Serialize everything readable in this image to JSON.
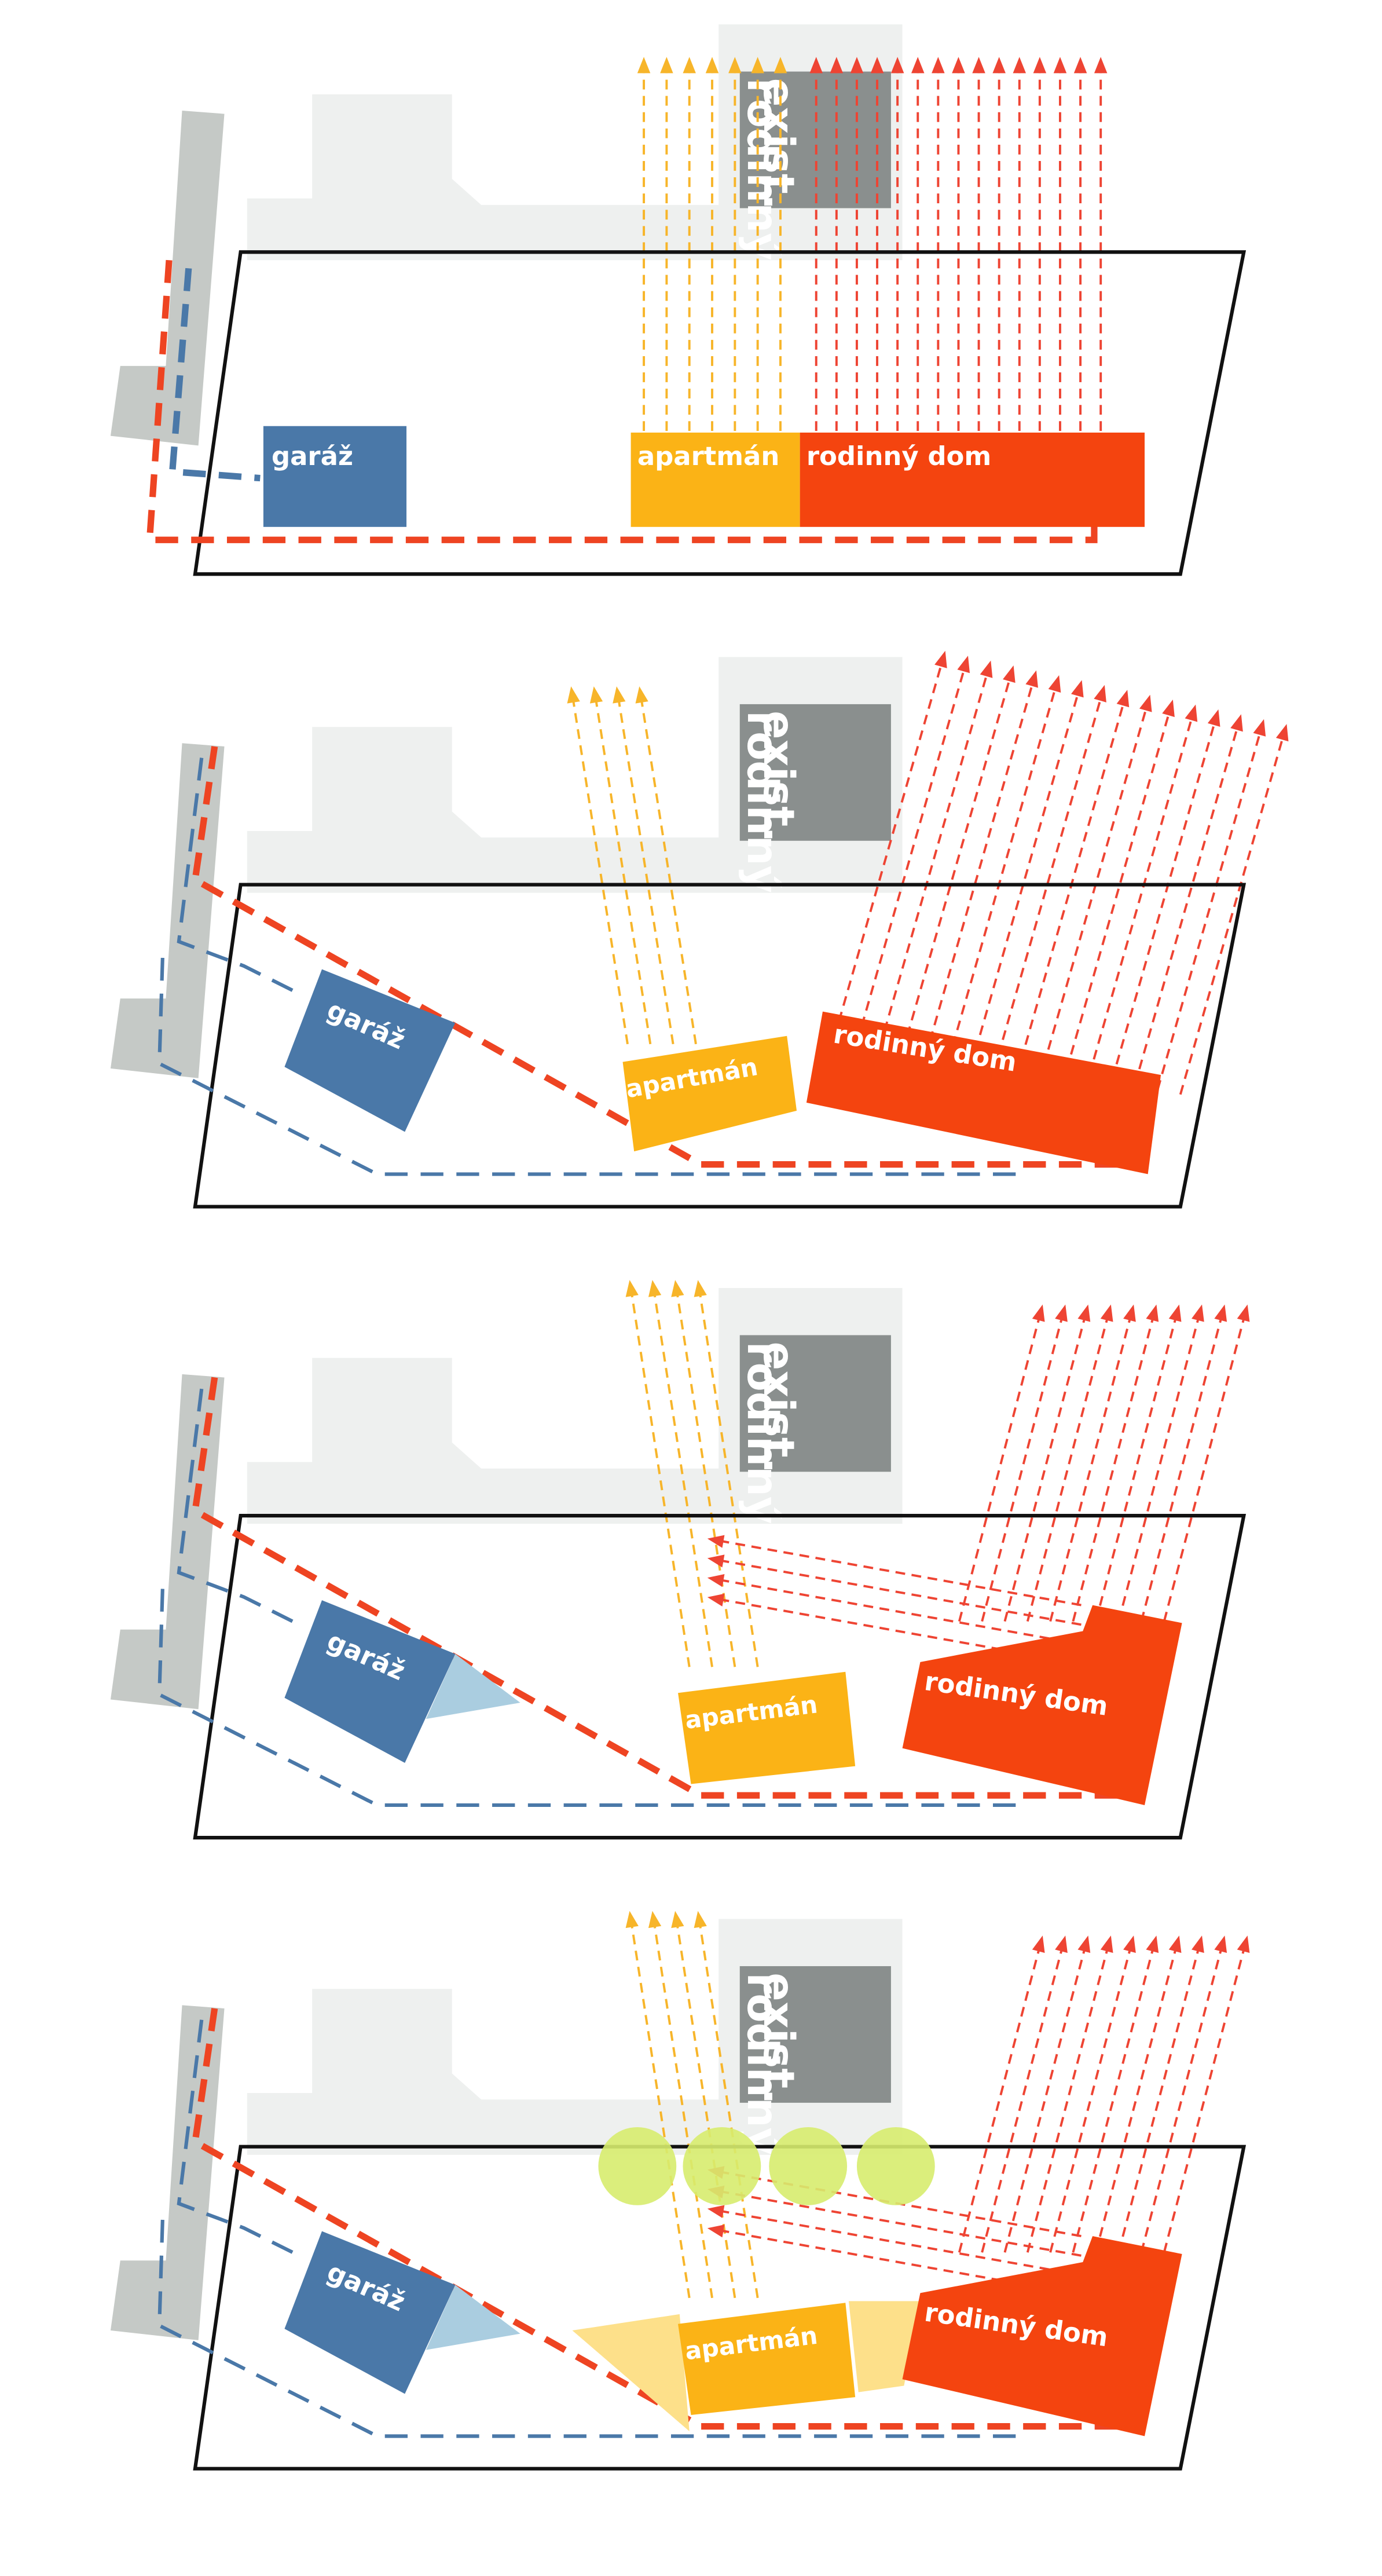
{
  "labels": {
    "garage": "garáž",
    "apartment": "apartmán",
    "family_house": "rodinný dom",
    "existing_line1": "exist.",
    "existing_line2": "rodinný dom"
  },
  "colors": {
    "plot_outline": "#111111",
    "neighbor_fill": "#eef0ef",
    "road_fill": "#c5c9c6",
    "existing_house": "#8a8f8e",
    "garage": "#4a78a8",
    "garage_light": "#aacde0",
    "apartment": "#fbb316",
    "apartment_light": "#fde08a",
    "family_house": "#f4440f",
    "path_red": "#ee4422",
    "path_blue": "#4a78a8",
    "view_yellow": "#f7b52a",
    "view_red": "#ee4433",
    "tree": "#d7ec6e"
  },
  "variants": [
    {
      "id": "v1"
    },
    {
      "id": "v2"
    },
    {
      "id": "v3"
    },
    {
      "id": "v4"
    }
  ]
}
